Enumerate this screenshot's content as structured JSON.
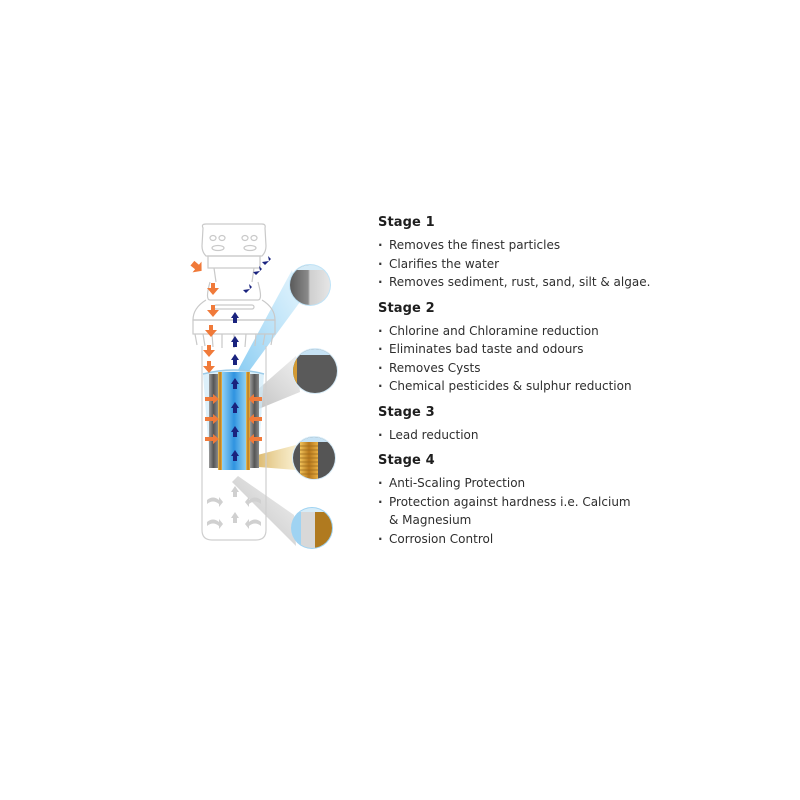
{
  "stages": [
    {
      "title": "Stage 1",
      "items": [
        "Removes the finest particles",
        "Clarifies the water",
        "Removes sediment, rust, sand, silt & algae."
      ]
    },
    {
      "title": "Stage 2",
      "items": [
        "Chlorine and Chloramine reduction",
        "Eliminates bad taste and odours",
        "Removes Cysts",
        "Chemical pesticides & sulphur reduction"
      ]
    },
    {
      "title": "Stage 3",
      "items": [
        "Lead reduction"
      ]
    },
    {
      "title": "Stage 4",
      "items": [
        "Anti-Scaling Protection",
        "Protection against hardness i.e. Calcium & Magnesium",
        "Corrosion Control"
      ]
    }
  ],
  "diagram": {
    "subject": "water-filter-cartridge-cutaway",
    "callouts": [
      {
        "stage": "Stage 1",
        "media": "sediment-membrane",
        "beam_color": "#8fd0f0"
      },
      {
        "stage": "Stage 2",
        "media": "activated-carbon-block",
        "beam_color": "#b8b8b8"
      },
      {
        "stage": "Stage 3",
        "media": "lead-reduction-layer",
        "beam_color": "#e0b84a"
      },
      {
        "stage": "Stage 4",
        "media": "anti-scale-media",
        "beam_color": "#c8c8c8"
      }
    ],
    "colors": {
      "inflow_arrow": "#f07a3a",
      "outflow_arrow": "#1a237e",
      "water_core": "#4aa8e8",
      "carbon": "#6e6e6e",
      "brass": "#d99a2b",
      "outline": "#c8c8c8"
    }
  }
}
